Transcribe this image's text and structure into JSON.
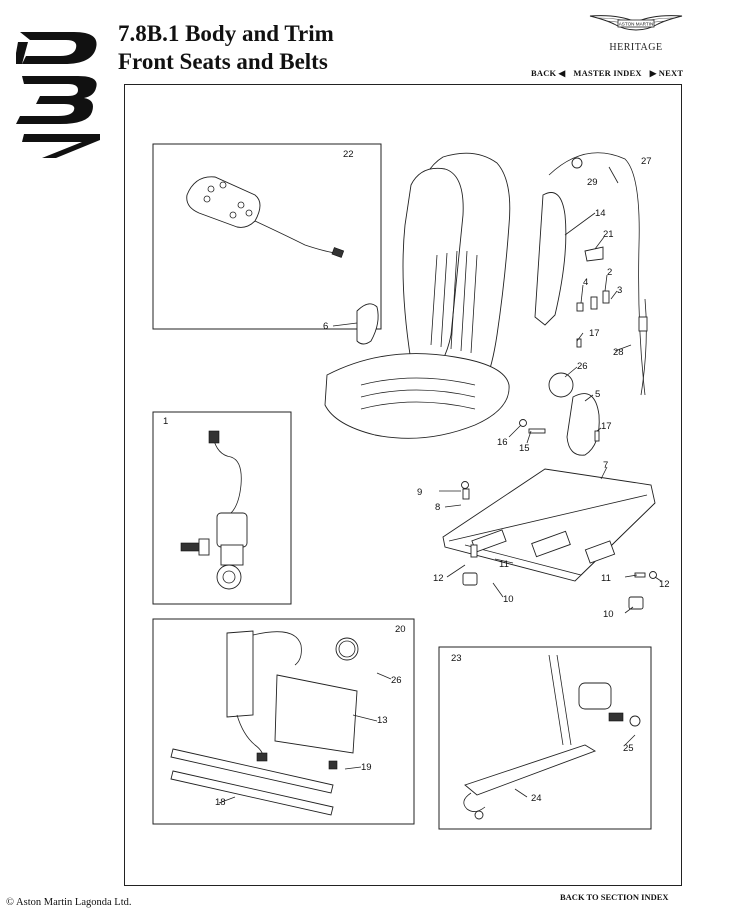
{
  "header": {
    "title_line1": "7.8B.1 Body and Trim",
    "title_line2": "Front Seats and Belts",
    "logo_text": "DB7",
    "brand_badge": "ASTON MARTIN",
    "brand_subtitle": "HERITAGE"
  },
  "nav": {
    "back": "BACK ◀",
    "master_index": "MASTER INDEX",
    "next": "▶ NEXT"
  },
  "diagram": {
    "callouts": {
      "c1": "1",
      "c2": "2",
      "c3": "3",
      "c4": "4",
      "c5": "5",
      "c6": "6",
      "c7": "7",
      "c8": "8",
      "c9": "9",
      "c10a": "10",
      "c10b": "10",
      "c11a": "11",
      "c11b": "11",
      "c12a": "12",
      "c12b": "12",
      "c13": "13",
      "c14": "14",
      "c15": "15",
      "c16": "16",
      "c17a": "17",
      "c17b": "17",
      "c18": "18",
      "c19": "19",
      "c20": "20",
      "c21": "21",
      "c22": "22",
      "c23": "23",
      "c24": "24",
      "c25": "25",
      "c26a": "26",
      "c26b": "26",
      "c27": "27",
      "c28": "28",
      "c29": "29"
    }
  },
  "footer": {
    "copyright": "© Aston Martin Lagonda Ltd.",
    "section_index": "BACK TO SECTION INDEX"
  }
}
